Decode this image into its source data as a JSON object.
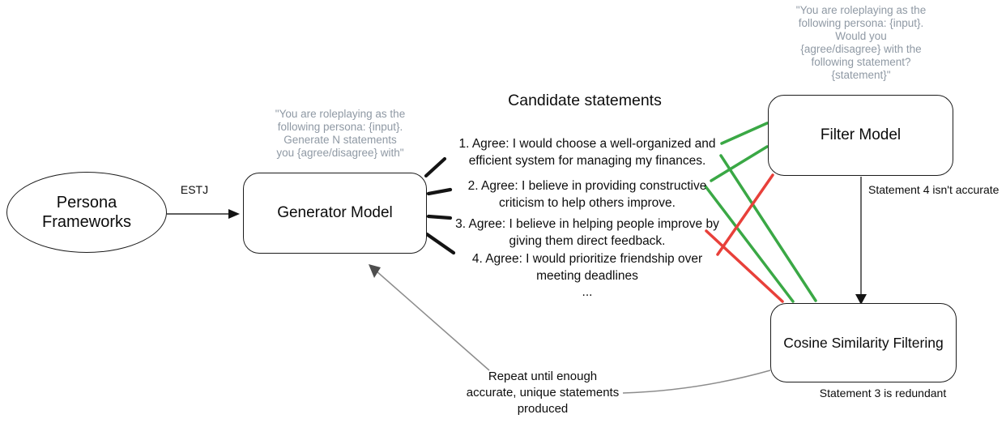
{
  "colors": {
    "accept_green": "#3aa845",
    "reject_red": "#e8403a",
    "prompt_gray": "#8f99a4",
    "connector_gray": "#8c8c8c"
  },
  "nodes": {
    "persona": {
      "label": "Persona\nFrameworks"
    },
    "generator": {
      "label": "Generator Model",
      "prompt": "\"You are roleplaying as the\nfollowing persona: {input}.\nGenerate N statements\nyou {agree/disagree} with\""
    },
    "filter": {
      "label": "Filter Model",
      "prompt": "\"You are roleplaying as the\nfollowing persona: {input}.\nWould you\n{agree/disagree} with the\nfollowing statement?\n{statement}\""
    },
    "cosine": {
      "label": "Cosine Similarity Filtering"
    }
  },
  "statements": {
    "title": "Candidate statements",
    "items": [
      "1. Agree: I would choose a well-organized and\nefficient system for managing my finances.",
      "2. Agree: I believe in providing constructive\ncriticism to help others improve.",
      "3. Agree: I believe in helping people improve by\ngiving them direct feedback.",
      "4. Agree: I would prioritize friendship over\nmeeting deadlines"
    ],
    "ellipsis": "..."
  },
  "edges": {
    "estj_label": "ESTJ",
    "filter_note": "Statement 4 isn't accurate",
    "cosine_note": "Statement 3 is redundant",
    "repeat_note": "Repeat until enough\naccurate, unique statements\nproduced"
  }
}
